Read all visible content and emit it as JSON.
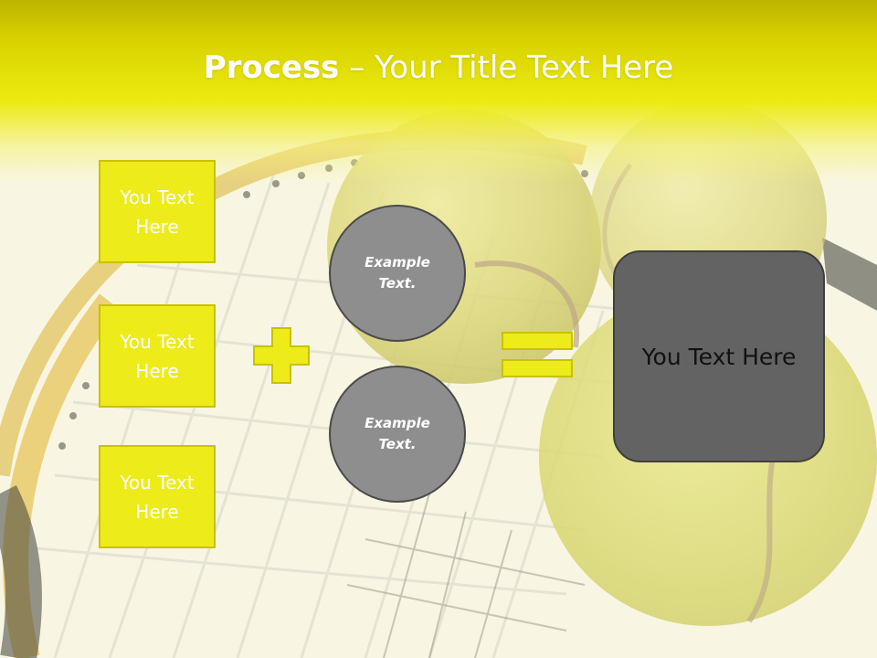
{
  "slide": {
    "title_bold": "Process",
    "title_rest": " – Your Title Text Here",
    "left_boxes": [
      "You Text Here",
      "You Text Here",
      "You Text Here"
    ],
    "circles": [
      "Example Text.",
      "Example Text."
    ],
    "result": "You Text Here"
  },
  "colors": {
    "accent_yellow": "#eeeb1a",
    "circle_gray": "#8e8e8e",
    "result_gray": "#636363"
  },
  "icons": {
    "plus": "plus-icon",
    "equals": "equals-icon"
  }
}
